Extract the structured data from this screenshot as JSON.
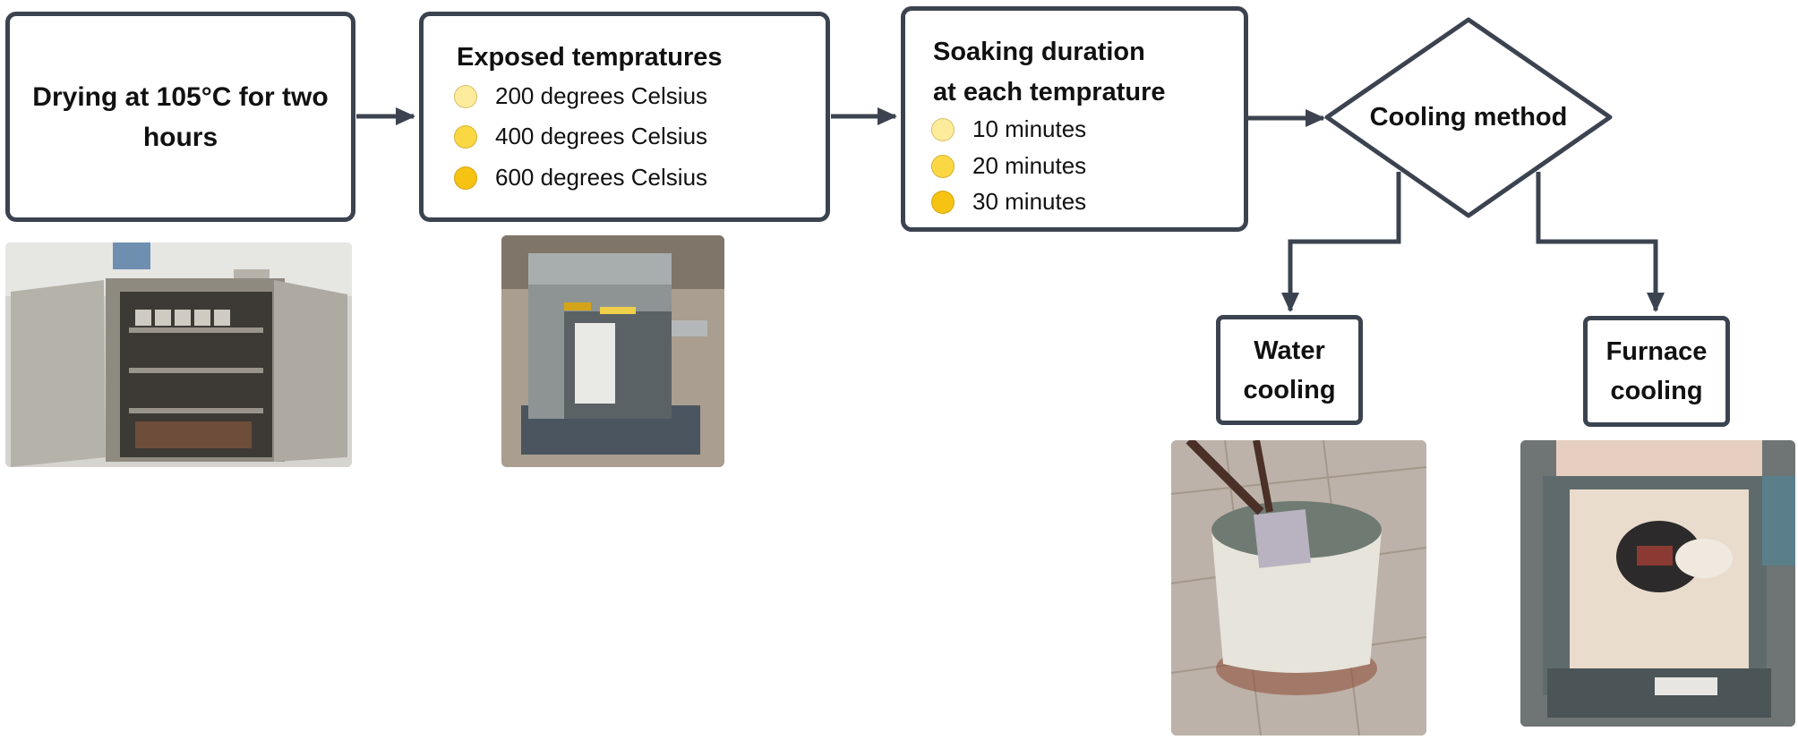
{
  "steps": {
    "drying": {
      "label": "Drying at 105°C for two hours"
    },
    "temperatures": {
      "title": "Exposed tempratures",
      "items": [
        "200 degrees Celsius",
        "400 degrees Celsius",
        "600 degrees Celsius"
      ]
    },
    "soaking": {
      "title_line1": "Soaking duration",
      "title_line2": "at each temprature",
      "items": [
        "10 minutes",
        "20 minutes",
        "30 minutes"
      ]
    },
    "cooling": {
      "label": "Cooling method"
    },
    "water": {
      "line1": "Water",
      "line2": "cooling"
    },
    "furnace": {
      "line1": "Furnace",
      "line2": "cooling"
    }
  },
  "colors": {
    "border": "#3c4350",
    "dot_light": "#fcec9c",
    "dot_medium": "#fbd744",
    "dot_dark": "#f6c313"
  },
  "photos": [
    "drying-oven-photo",
    "muffle-furnace-photo",
    "water-quench-bucket-photo",
    "furnace-cooling-photo"
  ]
}
